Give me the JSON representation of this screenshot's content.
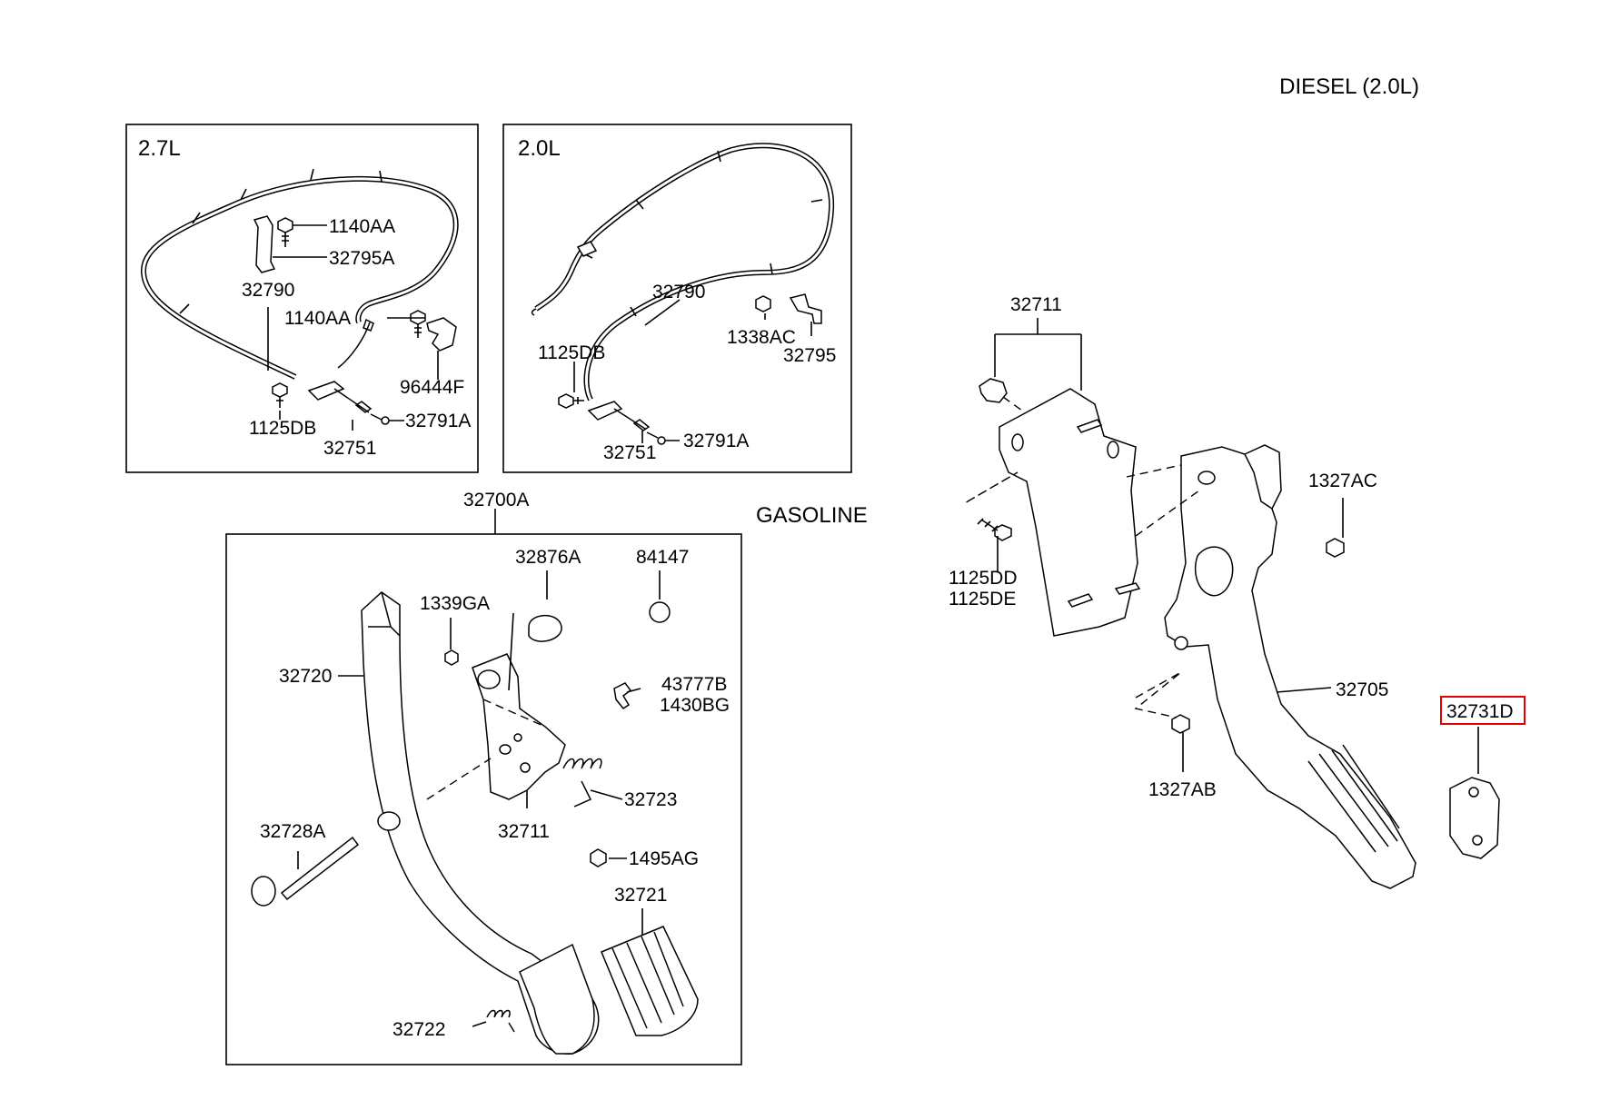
{
  "header": {
    "title": "DIESEL (2.0L)",
    "gasoline_label": "GASOLINE"
  },
  "highlight_color": "#e00000",
  "highlighted_part": "32731D",
  "inset_27": {
    "title": "2.7L",
    "labels": {
      "p1140AA_top": "1140AA",
      "p32795A": "32795A",
      "p32790": "32790",
      "p1140AA_mid": "1140AA",
      "p96444F": "96444F",
      "p1125DB": "1125DB",
      "p32751": "32751",
      "p32791A": "32791A"
    }
  },
  "inset_20": {
    "title": "2.0L",
    "labels": {
      "p32790": "32790",
      "p1338AC": "1338AC",
      "p32795": "32795",
      "p1125DB": "1125DB",
      "p32751": "32751",
      "p32791A": "32791A"
    }
  },
  "gasoline": {
    "assembly": "32700A",
    "labels": {
      "p32876A": "32876A",
      "p84147": "84147",
      "p1339GA": "1339GA",
      "p32720": "32720",
      "p43777B": "43777B",
      "p1430BG": "1430BG",
      "p32723": "32723",
      "p32711": "32711",
      "p32728A": "32728A",
      "p1495AG": "1495AG",
      "p32721": "32721",
      "p32722": "32722"
    }
  },
  "diesel": {
    "labels": {
      "p32711": "32711",
      "p1327AC": "1327AC",
      "p1125DD": "1125DD",
      "p1125DE": "1125DE",
      "p32705": "32705",
      "p32731D": "32731D",
      "p1327AB": "1327AB"
    }
  }
}
